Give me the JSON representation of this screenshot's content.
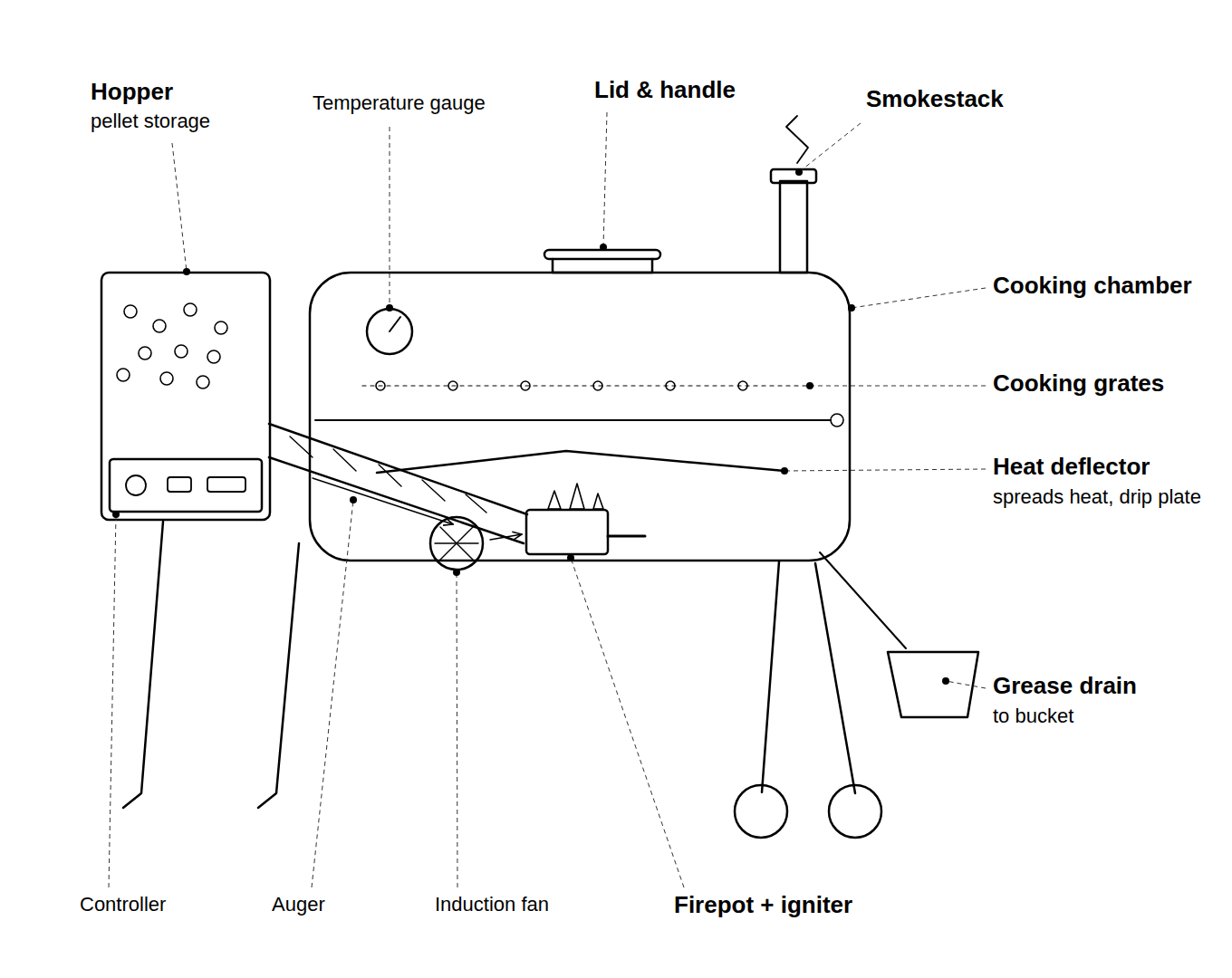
{
  "diagram": {
    "labels": [
      "Hopper",
      "pellet storage",
      "Temperature gauge",
      "Lid & handle",
      "Smokestack",
      "Cooking chamber",
      "Cooking grates",
      "Heat deflector",
      "spreads heat, drip plate",
      "Grease drain",
      "to bucket",
      "Controller",
      "Auger",
      "Induction fan",
      "Firepot + igniter"
    ]
  }
}
